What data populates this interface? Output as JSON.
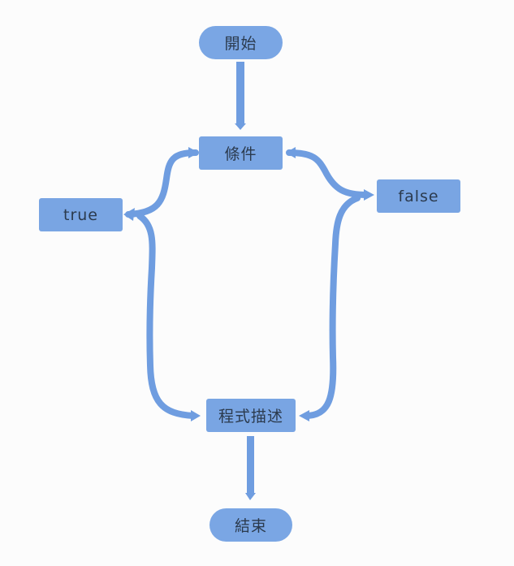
{
  "diagram": {
    "nodes": {
      "start": "開始",
      "condition": "條件",
      "true_branch": "true",
      "false_branch": "false",
      "program": "程式描述",
      "end": "結束"
    },
    "colors": {
      "node_fill": "#79a5e3",
      "edge": "#6f9de0",
      "text": "#2b3a4d",
      "background": "#fcfcfc"
    }
  }
}
